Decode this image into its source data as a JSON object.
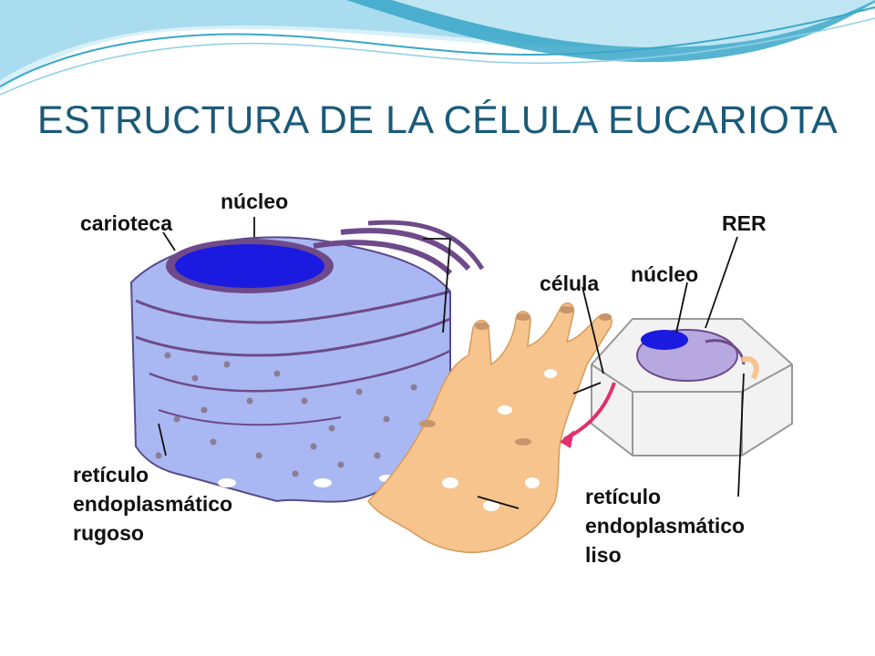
{
  "slide": {
    "title": "ESTRUCTURA DE LA CÉLULA EUCARIOTA"
  },
  "diagram": {
    "labels": {
      "nucleus_main": "núcleo",
      "carioteca": "carioteca",
      "rer_main_line1": "retículo",
      "rer_main_line2": "endoplasmático",
      "rer_main_line3": "rugoso",
      "rer_inset": "RER",
      "nucleus_inset": "núcleo",
      "cell": "célula",
      "rel_line1": "retículo",
      "rel_line2": "endoplasmático",
      "rel_line3": "liso"
    },
    "colors": {
      "title": "#1a5a78",
      "rough_er": "#a9b8f2",
      "ribosome": "#6e4a8a",
      "nucleus": "#1a1ae0",
      "smooth_er": "#f7c48e",
      "arrow": "#e0306e",
      "wave_dark": "#3aa7c9",
      "wave_light": "#bfe6f2"
    }
  }
}
